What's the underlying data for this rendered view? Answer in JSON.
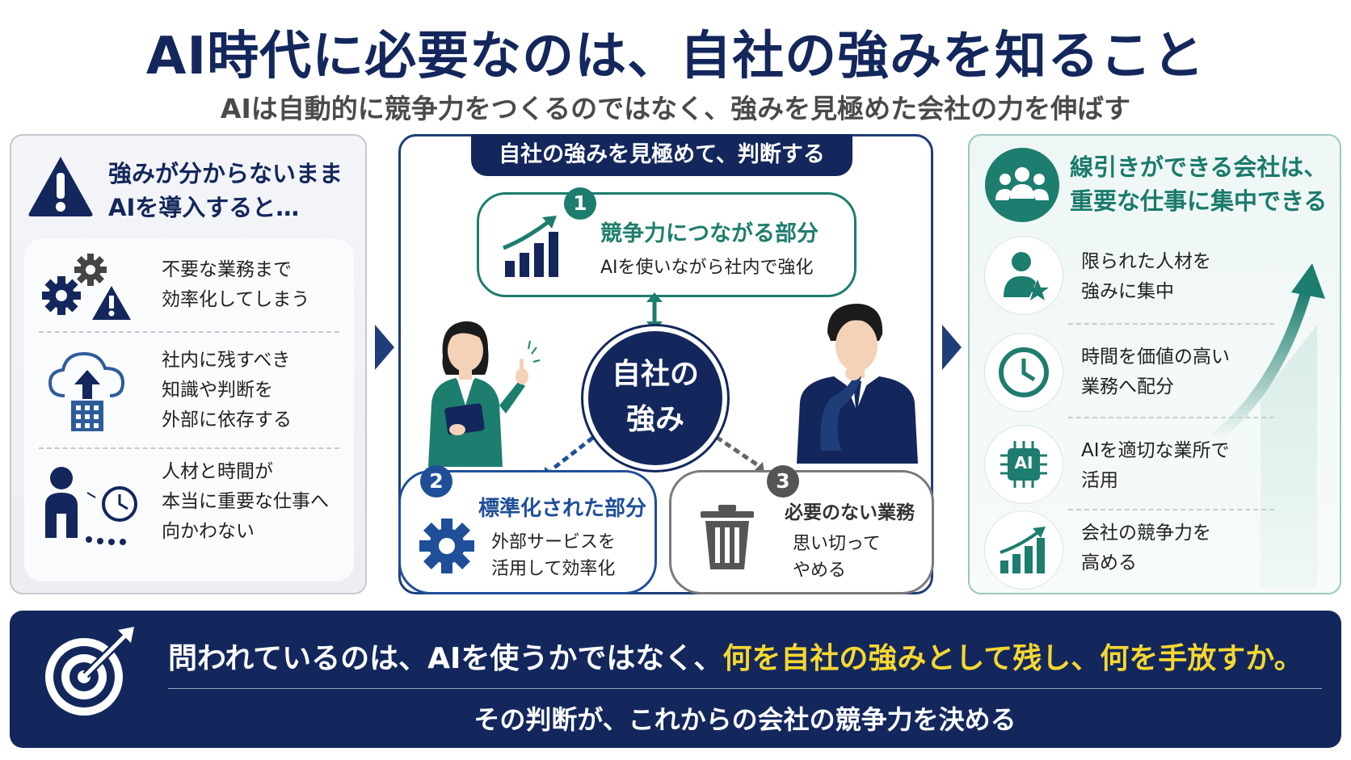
{
  "header": {
    "title": "AI時代に必要なのは、自社の強みを知ること",
    "subtitle": "AIは自動的に競争力をつくるのではなく、強みを見極めた会社の力を伸ばす"
  },
  "left_panel": {
    "heading_line1": "強みが分からないまま",
    "heading_line2": "AIを導入すると…",
    "items": [
      {
        "line1": "不要な業務まで",
        "line2": "効率化してしまう"
      },
      {
        "line1": "社内に残すべき",
        "line2": "知識や判断を",
        "line3": "外部に依存する"
      },
      {
        "line1": "人材と時間が",
        "line2": "本当に重要な仕事へ",
        "line3": "向かわない"
      }
    ]
  },
  "center_panel": {
    "heading": "自社の強みを見極めて、判断する",
    "core_line1": "自社の",
    "core_line2": "強み",
    "boxes": [
      {
        "number": "1",
        "title": "競争力につながる部分",
        "desc_line1": "AIを使いながら社内で強化"
      },
      {
        "number": "2",
        "title": "標準化された部分",
        "desc_line1": "外部サービスを",
        "desc_line2": "活用して効率化"
      },
      {
        "number": "3",
        "title": "必要のない業務",
        "desc_line1": "思い切って",
        "desc_line2": "やめる"
      }
    ]
  },
  "right_panel": {
    "heading_line1": "線引きができる会社は、",
    "heading_line2": "重要な仕事に集中できる",
    "chip_label": "AI",
    "items": [
      {
        "line1": "限られた人材を",
        "line2": "強みに集中"
      },
      {
        "line1": "時間を価値の高い",
        "line2": "業務へ配分"
      },
      {
        "line1": "AIを適切な業所で",
        "line2": "活用"
      },
      {
        "line1": "会社の競争力を",
        "line2": "高める"
      }
    ]
  },
  "bottom": {
    "main_prefix": "問われているのは、AIを使うかではなく、",
    "main_highlight": "何を自社の強みとして残し、何を手放すか。",
    "sub": "その判断が、これからの会社の競争力を決める"
  },
  "colors": {
    "navy": "#13275c",
    "teal": "#1d7d6e",
    "blue": "#1f4f99",
    "gray": "#7a7a7a",
    "highlight": "#f5d730"
  }
}
